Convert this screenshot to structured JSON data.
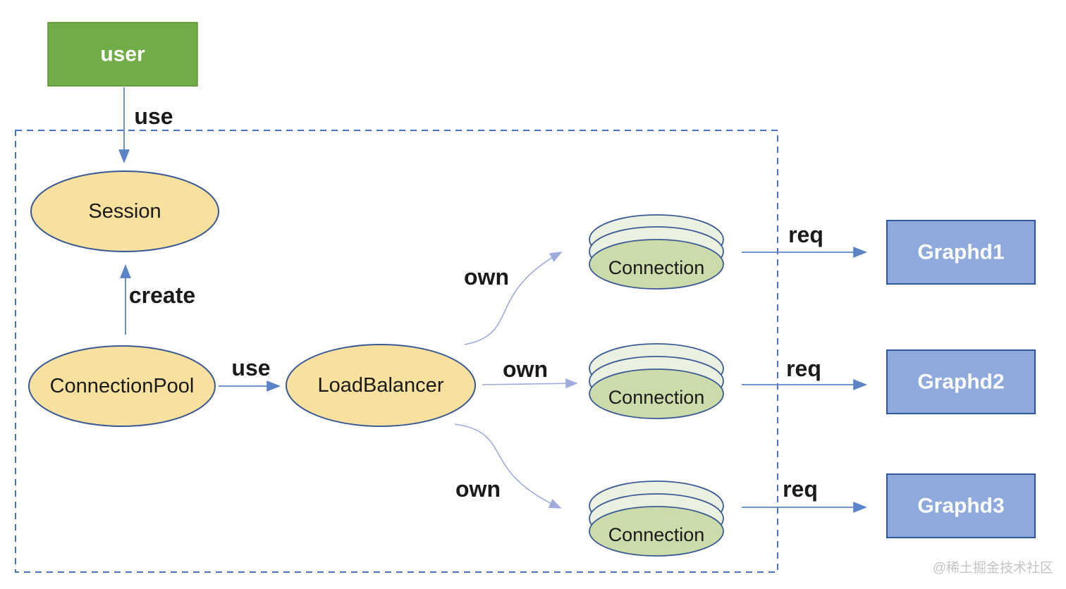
{
  "diagram": {
    "nodes": {
      "user": {
        "label": "user",
        "shape": "rect"
      },
      "session": {
        "label": "Session",
        "shape": "ellipse"
      },
      "connection_pool": {
        "label": "ConnectionPool",
        "shape": "ellipse"
      },
      "load_balancer": {
        "label": "LoadBalancer",
        "shape": "ellipse"
      },
      "connection1": {
        "label": "Connection",
        "shape": "cylinder-stack"
      },
      "connection2": {
        "label": "Connection",
        "shape": "cylinder-stack"
      },
      "connection3": {
        "label": "Connection",
        "shape": "cylinder-stack"
      },
      "graphd1": {
        "label": "Graphd1",
        "shape": "rect"
      },
      "graphd2": {
        "label": "Graphd2",
        "shape": "rect"
      },
      "graphd3": {
        "label": "Graphd3",
        "shape": "rect"
      }
    },
    "edges": {
      "use_top": {
        "label": "use",
        "from": "user",
        "to": "session"
      },
      "create": {
        "label": "create",
        "from": "connection_pool",
        "to": "session"
      },
      "use_mid": {
        "label": "use",
        "from": "connection_pool",
        "to": "load_balancer"
      },
      "own_top": {
        "label": "own",
        "from": "load_balancer",
        "to": "connection1"
      },
      "own_mid": {
        "label": "own",
        "from": "load_balancer",
        "to": "connection2"
      },
      "own_bottom": {
        "label": "own",
        "from": "load_balancer",
        "to": "connection3"
      },
      "req1": {
        "label": "req",
        "from": "connection1",
        "to": "graphd1"
      },
      "req2": {
        "label": "req",
        "from": "connection2",
        "to": "graphd2"
      },
      "req3": {
        "label": "req",
        "from": "connection3",
        "to": "graphd3"
      }
    },
    "watermark": "@稀土掘金技术社区",
    "colors": {
      "user_fill": "#70AD47",
      "user_stroke": "#5E9136",
      "node_fill": "#F8E09E",
      "node_stroke": "#3A5A96",
      "conn_back_fill": "#EAF1E0",
      "conn_front_fill": "#CBDCAA",
      "graphd_fill": "#8EA9DB",
      "graphd_stroke": "#2E5597",
      "arrow_blue": "#5B84C8",
      "arrow_light": "#9FABDC",
      "boundary_color": "#4472C4",
      "label_color": "#1A1A1A",
      "watermark_color": "#C4C4C4"
    }
  }
}
